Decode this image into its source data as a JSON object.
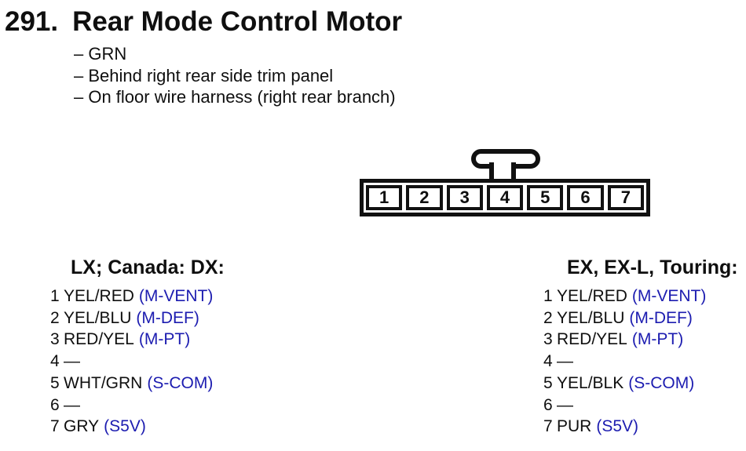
{
  "header": {
    "number": "291.",
    "title": "Rear Mode Control Motor",
    "notes": [
      "– GRN",
      "– Behind right rear side trim panel",
      "– On floor wire harness (right rear branch)"
    ]
  },
  "connector": {
    "pins": [
      "1",
      "2",
      "3",
      "4",
      "5",
      "6",
      "7"
    ]
  },
  "pinouts": [
    {
      "header": "LX; Canada: DX:",
      "rows": [
        {
          "pin": "1",
          "wire": "YEL/RED",
          "signal": "(M-VENT)"
        },
        {
          "pin": "2",
          "wire": "YEL/BLU",
          "signal": "(M-DEF)"
        },
        {
          "pin": "3",
          "wire": "RED/YEL",
          "signal": "(M-PT)"
        },
        {
          "pin": "4",
          "wire": "—",
          "signal": ""
        },
        {
          "pin": "5",
          "wire": "WHT/GRN",
          "signal": "(S-COM)"
        },
        {
          "pin": "6",
          "wire": "—",
          "signal": ""
        },
        {
          "pin": "7",
          "wire": "GRY",
          "signal": "(S5V)"
        }
      ]
    },
    {
      "header": "EX, EX-L, Touring:",
      "rows": [
        {
          "pin": "1",
          "wire": "YEL/RED",
          "signal": "(M-VENT)"
        },
        {
          "pin": "2",
          "wire": "YEL/BLU",
          "signal": "(M-DEF)"
        },
        {
          "pin": "3",
          "wire": "RED/YEL",
          "signal": "(M-PT)"
        },
        {
          "pin": "4",
          "wire": "—",
          "signal": ""
        },
        {
          "pin": "5",
          "wire": "YEL/BLK",
          "signal": "(S-COM)"
        },
        {
          "pin": "6",
          "wire": "—",
          "signal": ""
        },
        {
          "pin": "7",
          "wire": "PUR",
          "signal": "(S5V)"
        }
      ]
    }
  ],
  "colors": {
    "text": "#0f0f0f",
    "signal_blue": "#1c1cb0",
    "line": "#111111",
    "background": "#ffffff"
  }
}
